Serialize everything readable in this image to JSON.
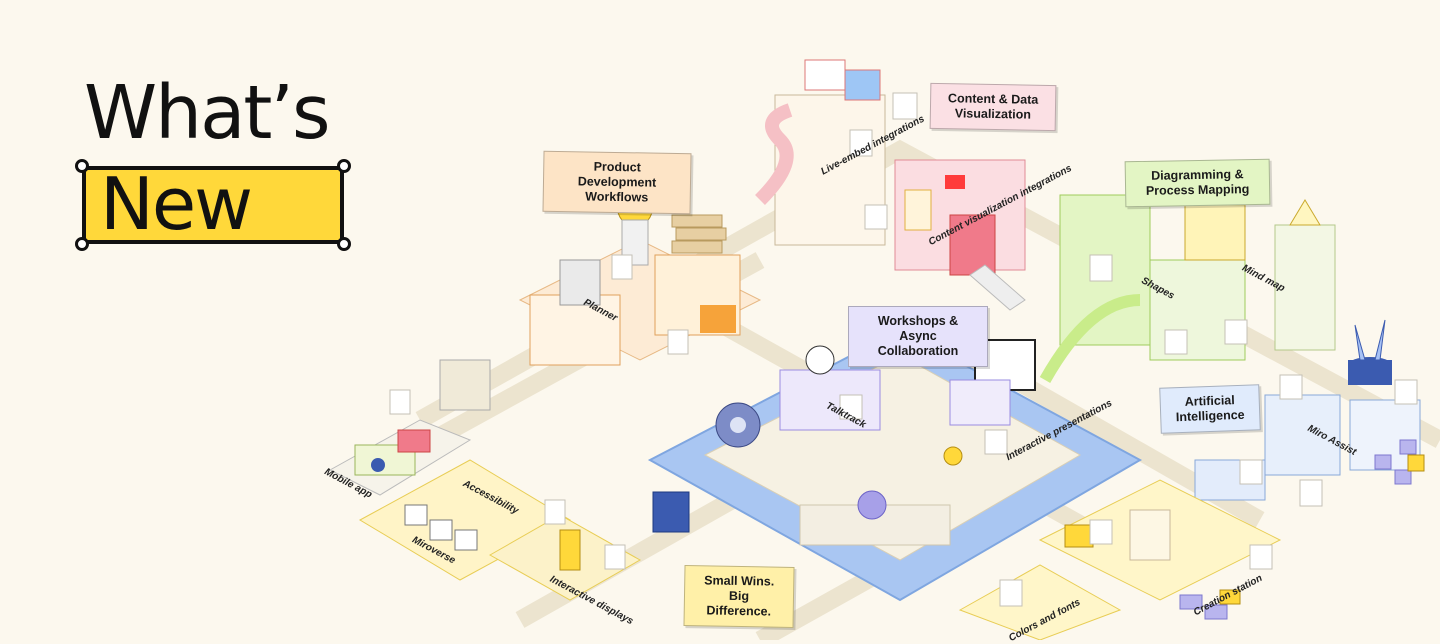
{
  "hero": {
    "line1": "What’s",
    "line2": "New"
  },
  "labels": {
    "product_dev": "Product Development Workflows",
    "content_data": "Content & Data Visualization",
    "diagramming": "Diagramming & Process Mapping",
    "workshops": "Workshops & Async Collaboration",
    "ai": "Artificial Intelligence",
    "small_wins": "Small Wins. Big Difference."
  },
  "zones": {
    "mobile_app": "Mobile app",
    "accessibility": "Accessibility",
    "miroverse": "Miroverse",
    "interactive_displays": "Interactive displays",
    "planner": "Planner",
    "live_embed": "Live-embed integrations",
    "content_viz": "Content visualization integrations",
    "shapes": "Shapes",
    "mind_map": "Mind map",
    "talktrack": "Talktrack",
    "presentations": "Interactive presentations",
    "miro_assist": "Miro Assist",
    "colors_fonts": "Colors and fonts",
    "creation_station": "Creation station"
  },
  "colors": {
    "background": "#fcf8ee",
    "accent_yellow": "#ffd83a",
    "water_blue": "#a9c6f2",
    "label_orange": "#fde4c6",
    "label_pink": "#fbe0e4",
    "label_green": "#e3f5c4",
    "label_purple": "#e6e2fb",
    "label_blue": "#e0ebfc",
    "label_yellow": "#fff0a8"
  }
}
